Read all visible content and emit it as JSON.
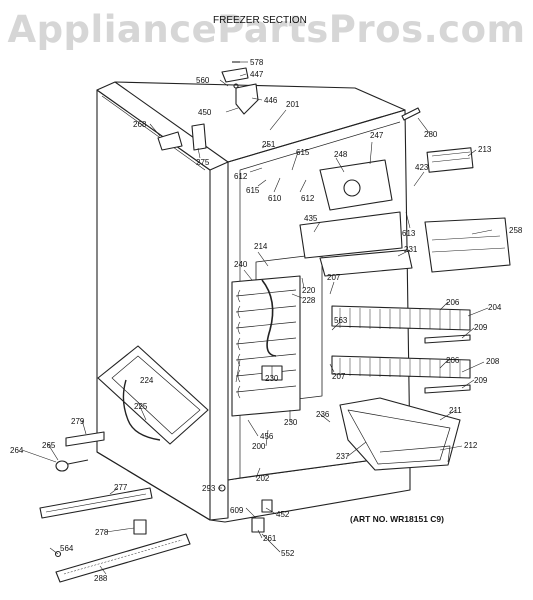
{
  "watermark": "AppliancePartsPros.com",
  "section_title": "FREEZER SECTION",
  "art_number": "(ART NO. WR18151 C9)",
  "part_labels": [
    "578",
    "560",
    "447",
    "450",
    "446",
    "201",
    "268",
    "275",
    "280",
    "213",
    "251",
    "615",
    "247",
    "248",
    "612",
    "615",
    "610",
    "612",
    "423",
    "613",
    "435",
    "231",
    "258",
    "214",
    "240",
    "220",
    "228",
    "207",
    "206",
    "204",
    "563",
    "209",
    "224",
    "230",
    "206",
    "208",
    "207",
    "209",
    "225",
    "211",
    "279",
    "236",
    "456",
    "230",
    "200",
    "237",
    "212",
    "265",
    "264",
    "202",
    "293",
    "277",
    "609",
    "452",
    "278",
    "261",
    "564",
    "552",
    "288"
  ]
}
